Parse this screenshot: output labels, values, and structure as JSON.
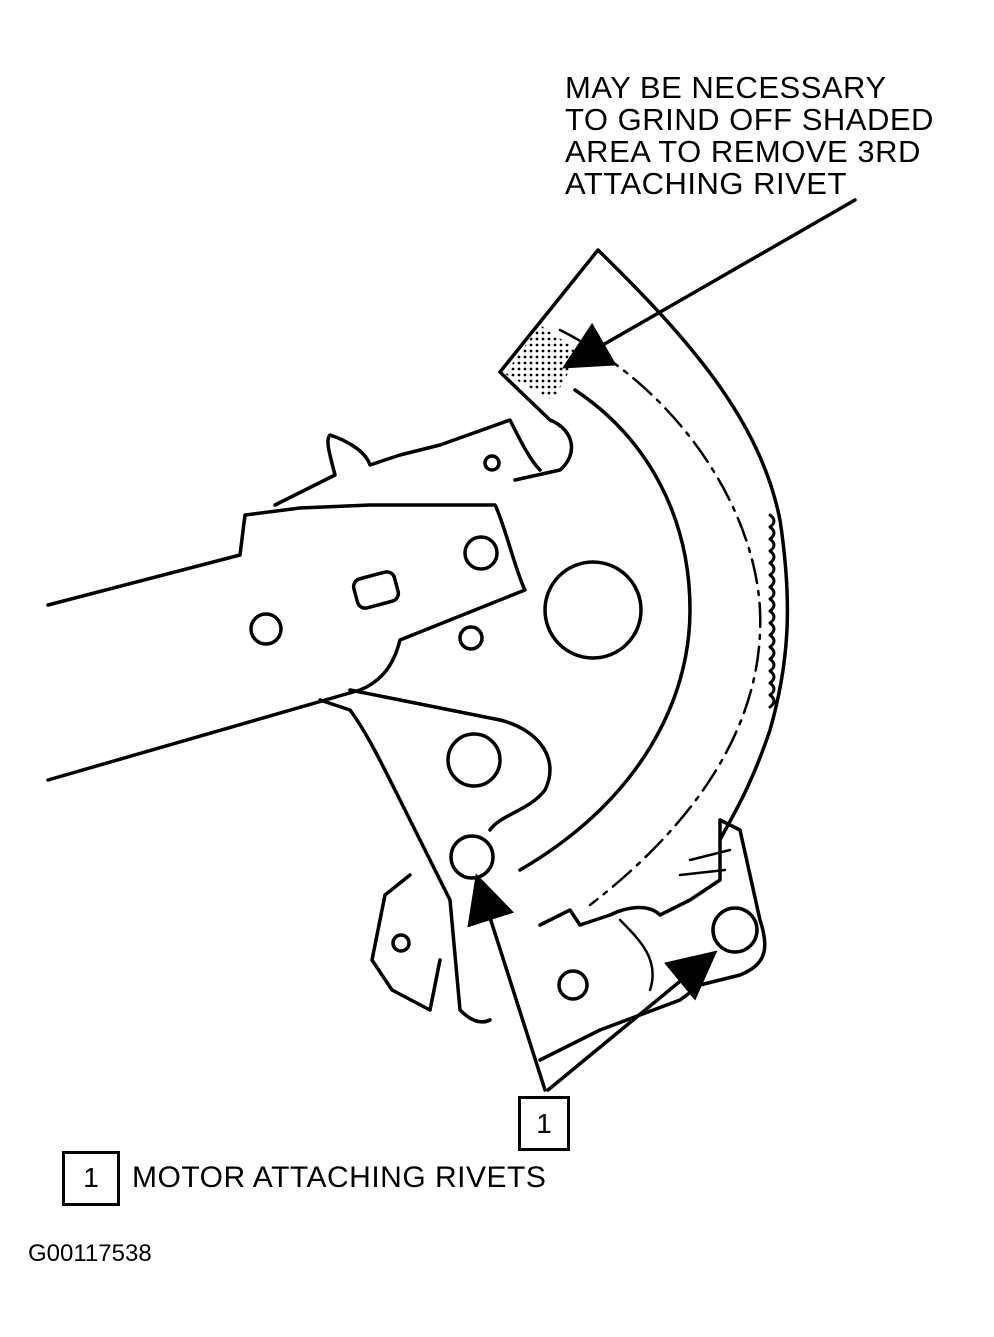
{
  "note": {
    "lines": [
      "MAY BE NECESSARY",
      "TO GRIND OFF SHADED",
      "AREA TO REMOVE 3RD",
      "ATTACHING RIVET"
    ]
  },
  "callout": {
    "number": "1"
  },
  "legend": {
    "number": "1",
    "label": "MOTOR ATTACHING RIVETS"
  },
  "figure_id": "G00117538",
  "icons": [
    "shaded-area",
    "arrow"
  ]
}
